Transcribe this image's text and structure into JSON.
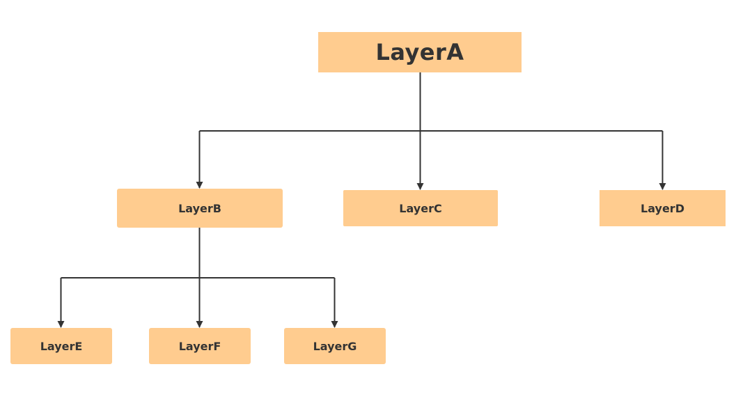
{
  "colors": {
    "node_fill": "#ffcc8f",
    "connector": "#333333",
    "text": "#333333",
    "background": "#ffffff"
  },
  "nodes": {
    "a": {
      "label": "LayerA"
    },
    "b": {
      "label": "LayerB"
    },
    "c": {
      "label": "LayerC"
    },
    "d": {
      "label": "LayerD"
    },
    "e": {
      "label": "LayerE"
    },
    "f": {
      "label": "LayerF"
    },
    "g": {
      "label": "LayerG"
    }
  },
  "edges": [
    {
      "from": "LayerA",
      "to": "LayerB"
    },
    {
      "from": "LayerA",
      "to": "LayerC"
    },
    {
      "from": "LayerA",
      "to": "LayerD"
    },
    {
      "from": "LayerB",
      "to": "LayerE"
    },
    {
      "from": "LayerB",
      "to": "LayerF"
    },
    {
      "from": "LayerB",
      "to": "LayerG"
    }
  ]
}
